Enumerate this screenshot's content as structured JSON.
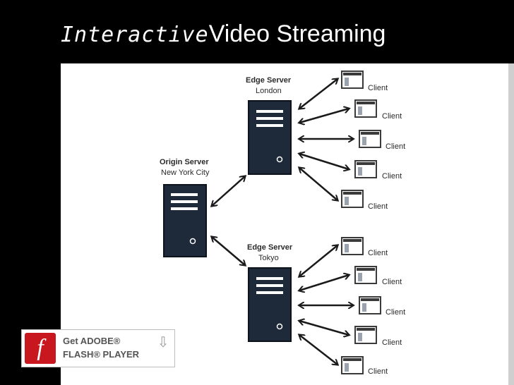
{
  "title": {
    "accent": "Interactive",
    "main": "Video Streaming"
  },
  "diagram": {
    "origin": {
      "name": "Origin Server",
      "location": "New York City"
    },
    "edges": [
      {
        "name": "Edge Server",
        "location": "London"
      },
      {
        "name": "Edge Server",
        "location": "Tokyo"
      }
    ],
    "client_label": "Client",
    "colors": {
      "server": "#1e2a3a",
      "arrow": "#1a1a1a",
      "client_frame": "#3a3a3a"
    }
  },
  "flash_badge": {
    "line1": "Get ADOBE®",
    "line2": "FLASH® PLAYER",
    "logo_glyph": "f",
    "download_icon": "arrow-down-icon",
    "colors": {
      "logo": "#c8171e"
    }
  }
}
